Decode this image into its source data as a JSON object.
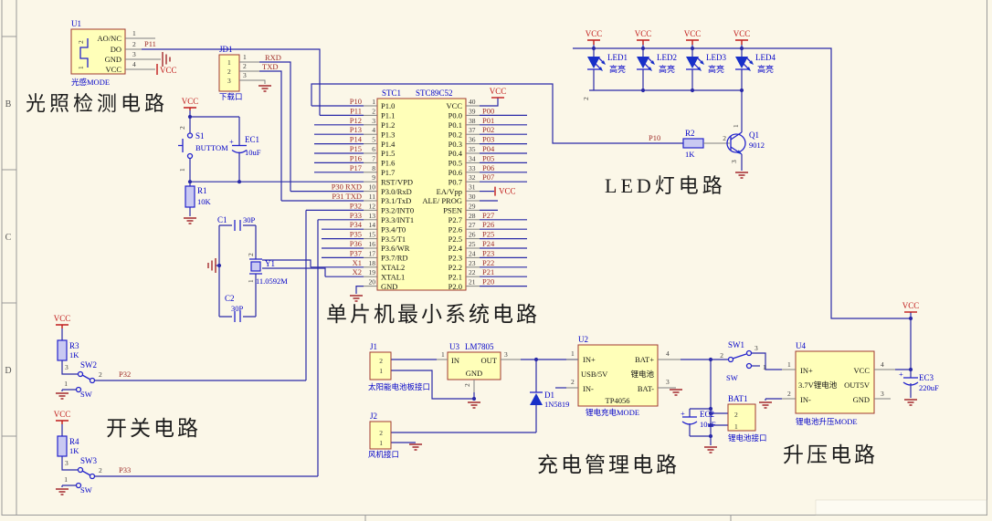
{
  "colors": {
    "background": "#FBF7E8",
    "component_fill": "#FFFFB9",
    "component_border": "#A03A30",
    "wire_blue": "#2A2AA8",
    "net_label_red": "#9E2B28",
    "power_red": "#C01A1A",
    "symbol_blue": "#2323CC",
    "designator_blue": "#0000C8"
  },
  "frame": {
    "rows": [
      "B",
      "C",
      "D"
    ]
  },
  "titles": {
    "light_detect": "光照检测电路",
    "mcu_min_sys": "单片机最小系统电路",
    "led": "LED灯电路",
    "switch": "开关电路",
    "charge_mgmt": "充电管理电路",
    "boost": "升压电路"
  },
  "power": {
    "vcc": "VCC"
  },
  "u1": {
    "designator": "U1",
    "label": "光感MODE",
    "net": "P11",
    "vcc_side": "VCC",
    "inner_top": "2",
    "inner_bottom": "1",
    "pins": [
      {
        "num": "1",
        "name": "AO/NC"
      },
      {
        "num": "2",
        "name": "DO"
      },
      {
        "num": "3",
        "name": "GND"
      },
      {
        "num": "4",
        "name": "VCC"
      }
    ]
  },
  "jd1": {
    "designator": "JD1",
    "label": "下载口",
    "inner": [
      "1",
      "2",
      "3"
    ],
    "stub_nums": [
      "1",
      "2",
      "3"
    ],
    "nets": [
      "RXD",
      "TXD"
    ]
  },
  "reset": {
    "s1": "S1",
    "button": "BUTTOM",
    "cap": "EC1",
    "cap_plus": "+",
    "cap_val": "10uF",
    "res": "R1",
    "res_val": "10K",
    "pin_top": "2",
    "pin_bottom": "1"
  },
  "xtal": {
    "c1": "C1",
    "c1_val": "30P",
    "c2": "C2",
    "c2_val": "30P",
    "y1": "Y1",
    "freq": "11.0592M",
    "pin_top": "2",
    "pin_bottom": "1"
  },
  "mcu": {
    "designator": "STC1",
    "part": "STC89C52",
    "left_pins": [
      {
        "num": "1",
        "name": "P1.0",
        "net": "P10"
      },
      {
        "num": "2",
        "name": "P1.1",
        "net": "P11"
      },
      {
        "num": "3",
        "name": "P1.2",
        "net": "P12"
      },
      {
        "num": "4",
        "name": "P1.3",
        "net": "P13"
      },
      {
        "num": "5",
        "name": "P1.4",
        "net": "P14"
      },
      {
        "num": "6",
        "name": "P1.5",
        "net": "P15"
      },
      {
        "num": "7",
        "name": "P1.6",
        "net": "P16"
      },
      {
        "num": "8",
        "name": "P1.7",
        "net": "P17"
      },
      {
        "num": "9",
        "name": "RST/VPD",
        "net": ""
      },
      {
        "num": "10",
        "name": "P3.0/RxD",
        "net": "P30 RXD"
      },
      {
        "num": "11",
        "name": "P3.1/TxD",
        "net": "P31 TXD"
      },
      {
        "num": "12",
        "name": "P3.2/INT0",
        "net": "P32"
      },
      {
        "num": "13",
        "name": "P3.3/INT1",
        "net": "P33"
      },
      {
        "num": "14",
        "name": "P3.4/T0",
        "net": "P34"
      },
      {
        "num": "15",
        "name": "P3.5/T1",
        "net": "P35"
      },
      {
        "num": "16",
        "name": "P3.6/WR",
        "net": "P36"
      },
      {
        "num": "17",
        "name": "P3.7/RD",
        "net": "P37"
      },
      {
        "num": "18",
        "name": "XTAL2",
        "net": "X1"
      },
      {
        "num": "19",
        "name": "XTAL1",
        "net": "X2"
      },
      {
        "num": "20",
        "name": "GND",
        "net": ""
      }
    ],
    "right_pins": [
      {
        "num": "40",
        "name": "VCC",
        "net": ""
      },
      {
        "num": "39",
        "name": "P0.0",
        "net": "P00"
      },
      {
        "num": "38",
        "name": "P0.1",
        "net": "P01"
      },
      {
        "num": "37",
        "name": "P0.2",
        "net": "P02"
      },
      {
        "num": "36",
        "name": "P0.3",
        "net": "P03"
      },
      {
        "num": "35",
        "name": "P0.4",
        "net": "P04"
      },
      {
        "num": "34",
        "name": "P0.5",
        "net": "P05"
      },
      {
        "num": "33",
        "name": "P0.6",
        "net": "P06"
      },
      {
        "num": "32",
        "name": "P0.7",
        "net": "P07"
      },
      {
        "num": "31",
        "name": "EA/Vpp",
        "net": "VCC"
      },
      {
        "num": "30",
        "name": "ALE/ PROG",
        "net": ""
      },
      {
        "num": "29",
        "name": "PSEN",
        "net": ""
      },
      {
        "num": "28",
        "name": "P2.7",
        "net": "P27"
      },
      {
        "num": "27",
        "name": "P2.6",
        "net": "P26"
      },
      {
        "num": "26",
        "name": "P2.5",
        "net": "P25"
      },
      {
        "num": "25",
        "name": "P2.4",
        "net": "P24"
      },
      {
        "num": "24",
        "name": "P2.3",
        "net": "P23"
      },
      {
        "num": "23",
        "name": "P2.2",
        "net": "P22"
      },
      {
        "num": "22",
        "name": "P2.1",
        "net": "P21"
      },
      {
        "num": "21",
        "name": "P2.0",
        "net": "P20"
      }
    ]
  },
  "ledckt": {
    "vcc": "VCC",
    "leds": [
      {
        "name": "LED1",
        "sub": "高亮"
      },
      {
        "name": "LED2",
        "sub": "高亮"
      },
      {
        "name": "LED3",
        "sub": "高亮"
      },
      {
        "name": "LED4",
        "sub": "高亮"
      }
    ],
    "led1_pin": "2",
    "res": "R2",
    "res_val": "1K",
    "net": "P10",
    "q": "Q1",
    "q_val": "9012",
    "q_pin_b": "2",
    "q_pin_c": "1",
    "q_pin_e": "3"
  },
  "switches": {
    "items": [
      {
        "vcc": "VCC",
        "res": "R3",
        "res_val": "1K",
        "sw": "SW2",
        "pin3": "3",
        "pin2": "2",
        "pin1": "1",
        "net": "P32",
        "bottom": "SW"
      },
      {
        "vcc": "VCC",
        "res": "R4",
        "res_val": "1K",
        "sw": "SW3",
        "pin3": "3",
        "pin2": "2",
        "pin1": "1",
        "net": "P33",
        "bottom": "SW"
      }
    ]
  },
  "charge": {
    "j1": {
      "designator": "J1",
      "pins": [
        "2",
        "1"
      ],
      "label": "太阳能电池板接口"
    },
    "u3": {
      "designator": "U3",
      "part": "LM7805",
      "in": "IN",
      "out": "OUT",
      "gnd": "GND",
      "pin_in": "1",
      "pin_out": "3",
      "pin_gnd": "2"
    },
    "j2": {
      "designator": "J2",
      "pins": [
        "2",
        "1"
      ],
      "label": "风机接口"
    },
    "d1": {
      "designator": "D1",
      "part": "1N5819"
    },
    "u2": {
      "designator": "U2",
      "part": "TP4056",
      "label": "锂电充电MODE",
      "in_plus": "IN+",
      "usb": "USB/5V",
      "in_minus": "IN-",
      "bat_plus": "BAT+",
      "battery": "锂电池",
      "bat_minus": "BAT-",
      "pin1": "1",
      "pin2": "2",
      "pin3": "3",
      "pin4": "4"
    },
    "ec2": {
      "designator": "EC2",
      "value": "10uF",
      "plus": "+"
    },
    "sw1": {
      "designator": "SW1",
      "label": "SW",
      "pin2": "2",
      "pin3": "3",
      "pin1": "1"
    },
    "bat1": {
      "designator": "BAT1",
      "pins": [
        "2",
        "1"
      ],
      "label": "锂电池接口"
    }
  },
  "boost": {
    "u4": {
      "designator": "U4",
      "label": "锂电池升压MODE",
      "in_plus": "IN+",
      "battery": "3.7V锂电池",
      "in_minus": "IN-",
      "vcc": "VCC",
      "out5v": "OUT5V",
      "gnd": "GND",
      "pin1": "1",
      "pin2": "2",
      "pin3": "3",
      "pin4": "4"
    },
    "ec3": {
      "designator": "EC3",
      "value": "220uF",
      "plus": "+"
    }
  }
}
